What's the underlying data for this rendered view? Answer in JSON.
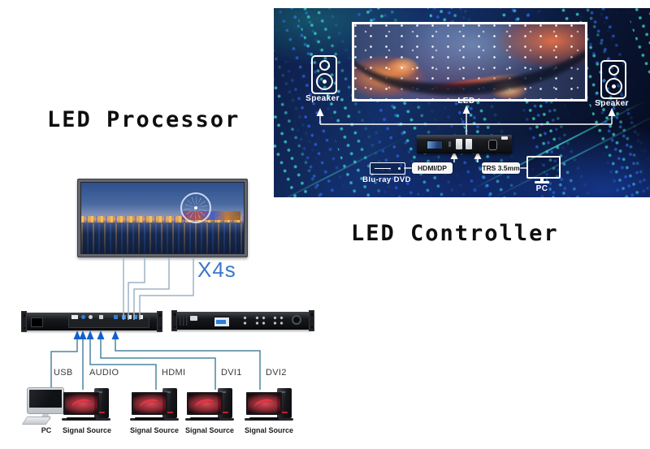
{
  "section_processor": {
    "title": "LED Processor",
    "model": "X4s"
  },
  "section_controller": {
    "title": "LED Controller"
  },
  "panel": {
    "speaker_left": "Speaker",
    "speaker_right": "Speaker",
    "led": "LED",
    "bluray": "Blu-ray DVD",
    "hdmi": "HDMI/DP",
    "trs": "TRS 3.5mm",
    "pc": "PC"
  },
  "inputs": [
    "USB",
    "AUDIO",
    "HDMI",
    "DVI1",
    "DVI2"
  ],
  "sources": [
    "PC",
    "Signal Source",
    "Signal Source",
    "Signal Source",
    "Signal Source"
  ],
  "colors": {
    "arrow_blue": "#1360cc",
    "line_steel": "#9db4c6",
    "line_teal": "#4a85a2",
    "model_blue": "#3b76cc",
    "panel_navy": "#0d1c44",
    "dot_teal": "#2fd8c6",
    "title_color": "#0e0e0e"
  }
}
